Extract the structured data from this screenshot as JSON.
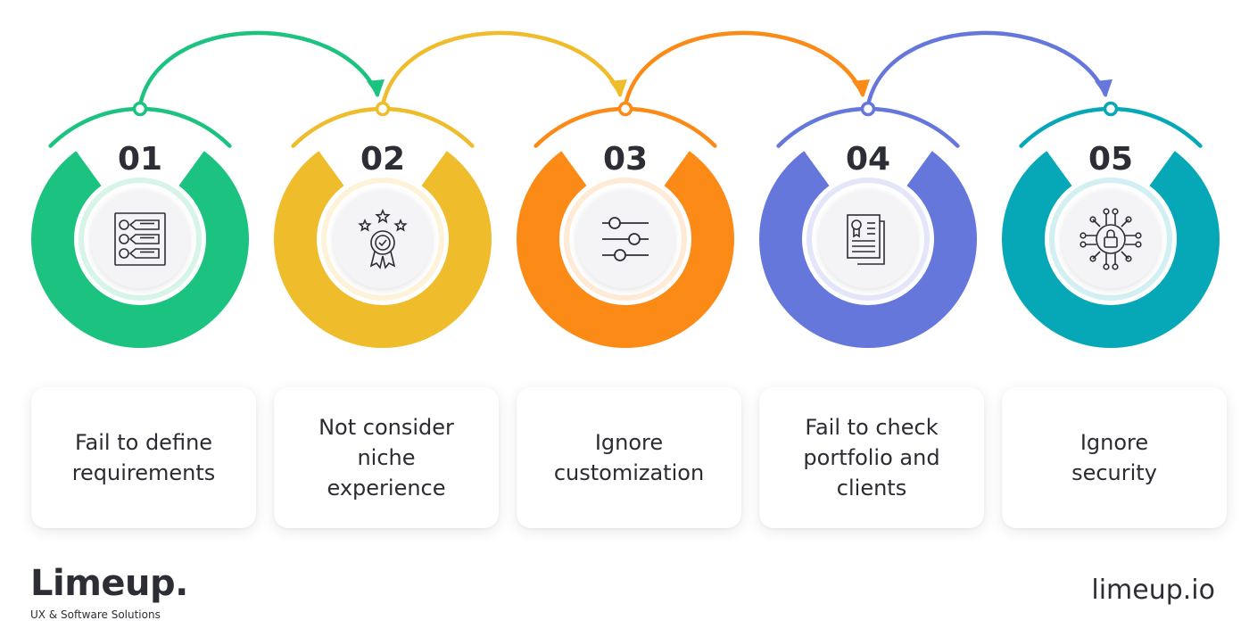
{
  "steps": [
    {
      "number": "01",
      "label": "Fail to define\nrequirements",
      "color": "#1cc27f",
      "icon": "numbered-list-icon"
    },
    {
      "number": "02",
      "label": "Not consider\nniche\nexperience",
      "color": "#efbc2c",
      "icon": "award-stars-icon"
    },
    {
      "number": "03",
      "label": "Ignore\ncustomization",
      "color": "#fb8a16",
      "icon": "sliders-icon"
    },
    {
      "number": "04",
      "label": "Fail to check\nportfolio and\nclients",
      "color": "#6577db",
      "icon": "documents-icon"
    },
    {
      "number": "05",
      "label": "Ignore\nsecurity",
      "color": "#06a8b7",
      "icon": "circuit-lock-icon"
    }
  ],
  "brand": {
    "name": "Limeup.",
    "tagline": "UX & Software Solutions",
    "website": "limeup.io"
  }
}
